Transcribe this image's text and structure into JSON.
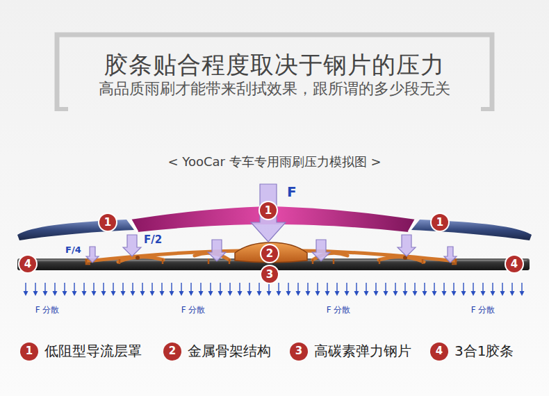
{
  "diagram": {
    "title": "胶条贴合程度取决于钢片的压力",
    "nodes": [
      {
        "text": [
          "1"
        ]
      },
      {
        "text": [
          "1"
        ]
      },
      {
        "text": [
          "1"
        ]
      },
      {
        "text": [
          "2"
        ]
      },
      {
        "text": [
          "3"
        ]
      },
      {
        "text": [
          "4"
        ]
      },
      {
        "text": [
          "4"
        ]
      }
    ],
    "edges": [],
    "labels": [
      "高品质雨刷才能带来刮拭效果，跟所谓的多少段无关",
      "< YooCar 专车专用雨刷压力模拟图 >",
      "F",
      "F/2",
      "F/4",
      "F 分散",
      "F 分散",
      "F 分散",
      "F 分散",
      "1",
      "2",
      "3",
      "4"
    ],
    "legend": [
      {
        "text": "低阻型导流层罩",
        "color": "#b32f2c"
      },
      {
        "text": "金属骨架结构",
        "color": "#b32f2c"
      },
      {
        "text": "高碳素弹力钢片",
        "color": "#b32f2c"
      },
      {
        "text": "3合1胶条",
        "color": "#b32f2c"
      }
    ]
  }
}
